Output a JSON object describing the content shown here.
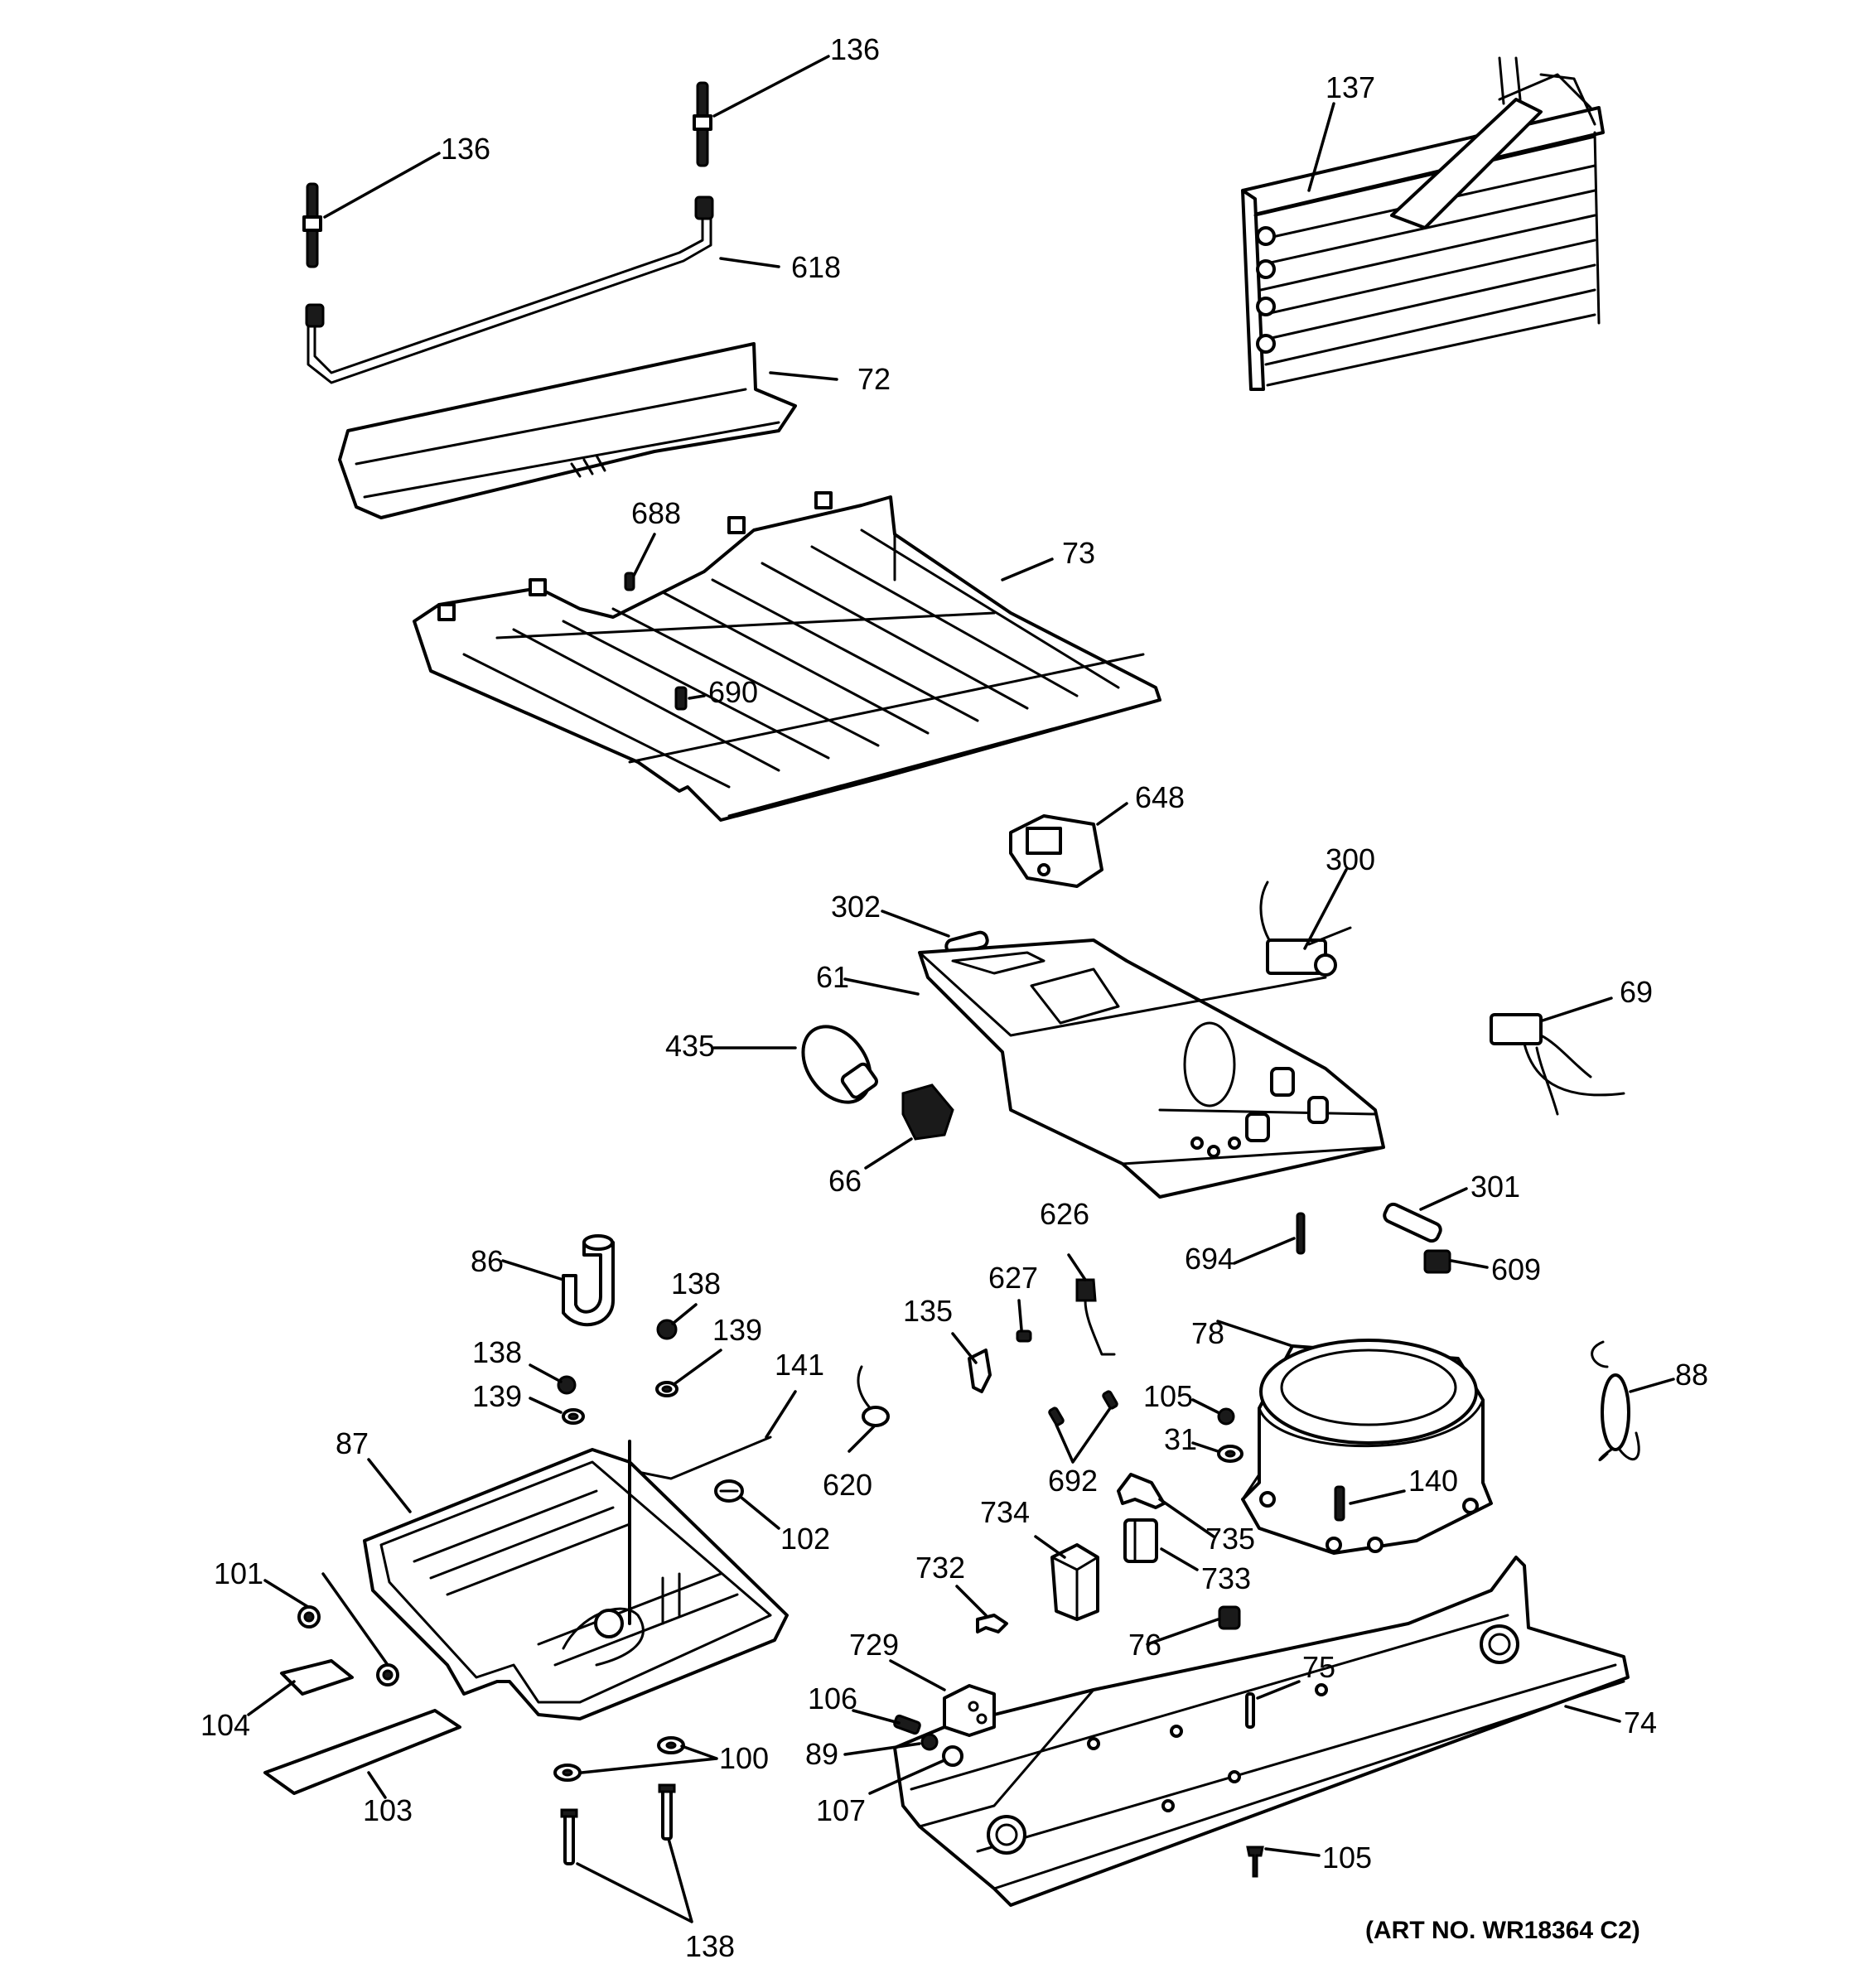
{
  "art_number": "(ART NO. WR18364 C2)",
  "callouts": {
    "c136a": "136",
    "c136b": "136",
    "c137": "137",
    "c618": "618",
    "c72": "72",
    "c688": "688",
    "c73": "73",
    "c690": "690",
    "c648": "648",
    "c300": "300",
    "c302": "302",
    "c61": "61",
    "c69": "69",
    "c435": "435",
    "c66": "66",
    "c301": "301",
    "c626": "626",
    "c694": "694",
    "c609": "609",
    "c86": "86",
    "c138a": "138",
    "c627": "627",
    "c135": "135",
    "c139a": "139",
    "c138b": "138",
    "c78": "78",
    "c141": "141",
    "c139b": "139",
    "c105a": "105",
    "c88": "88",
    "c87": "87",
    "c31": "31",
    "c620": "620",
    "c692": "692",
    "c140": "140",
    "c102": "102",
    "c734": "734",
    "c735": "735",
    "c101": "101",
    "c732": "732",
    "c733": "733",
    "c76": "76",
    "c729": "729",
    "c75": "75",
    "c104": "104",
    "c106": "106",
    "c74": "74",
    "c89": "89",
    "c100": "100",
    "c103": "103",
    "c107": "107",
    "c105b": "105",
    "c138c": "138"
  }
}
